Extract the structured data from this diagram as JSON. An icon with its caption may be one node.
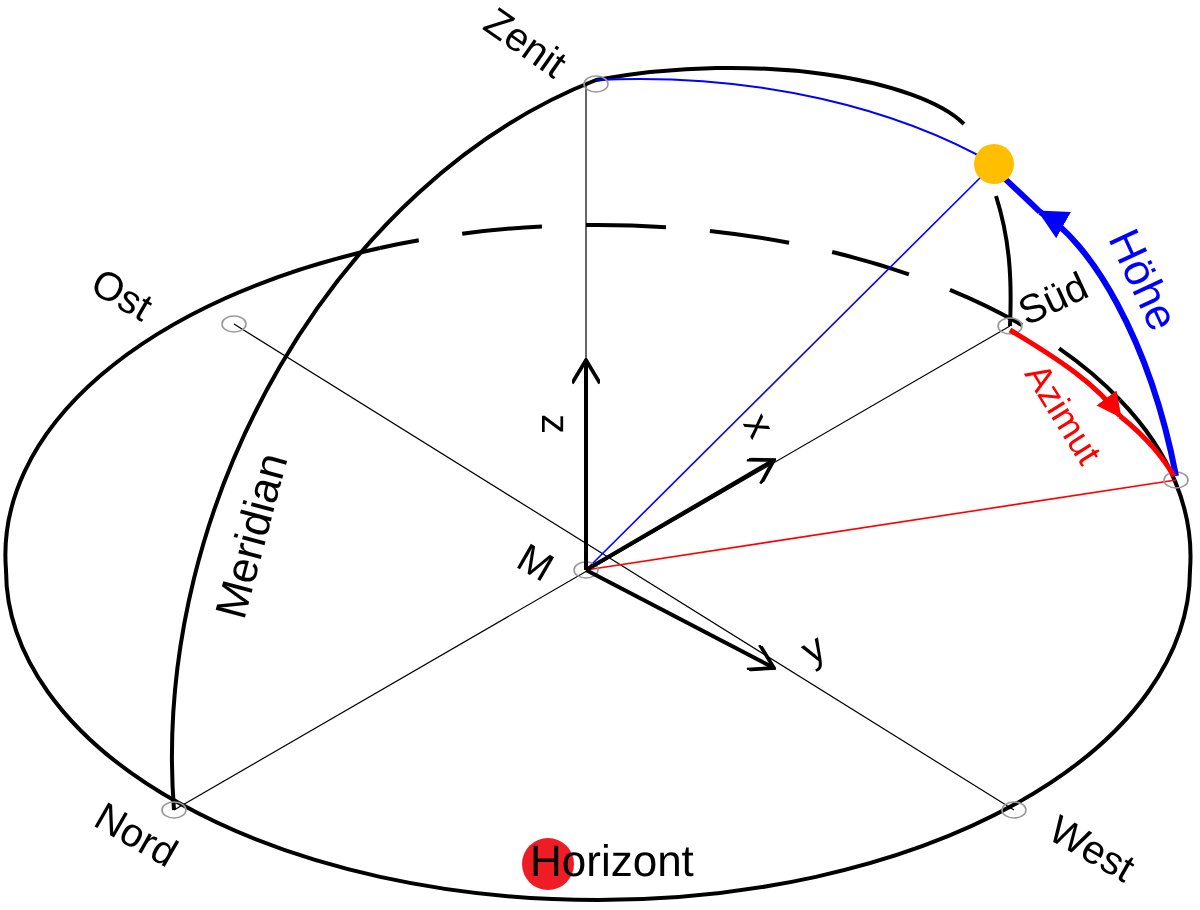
{
  "diagram": {
    "labels": [
      "Zenit",
      "Höhe",
      "Ost",
      "Süd",
      "z",
      "x",
      "Azimut",
      "Meridian",
      "M",
      "y",
      "Nord",
      "West",
      "Horizont"
    ]
  }
}
